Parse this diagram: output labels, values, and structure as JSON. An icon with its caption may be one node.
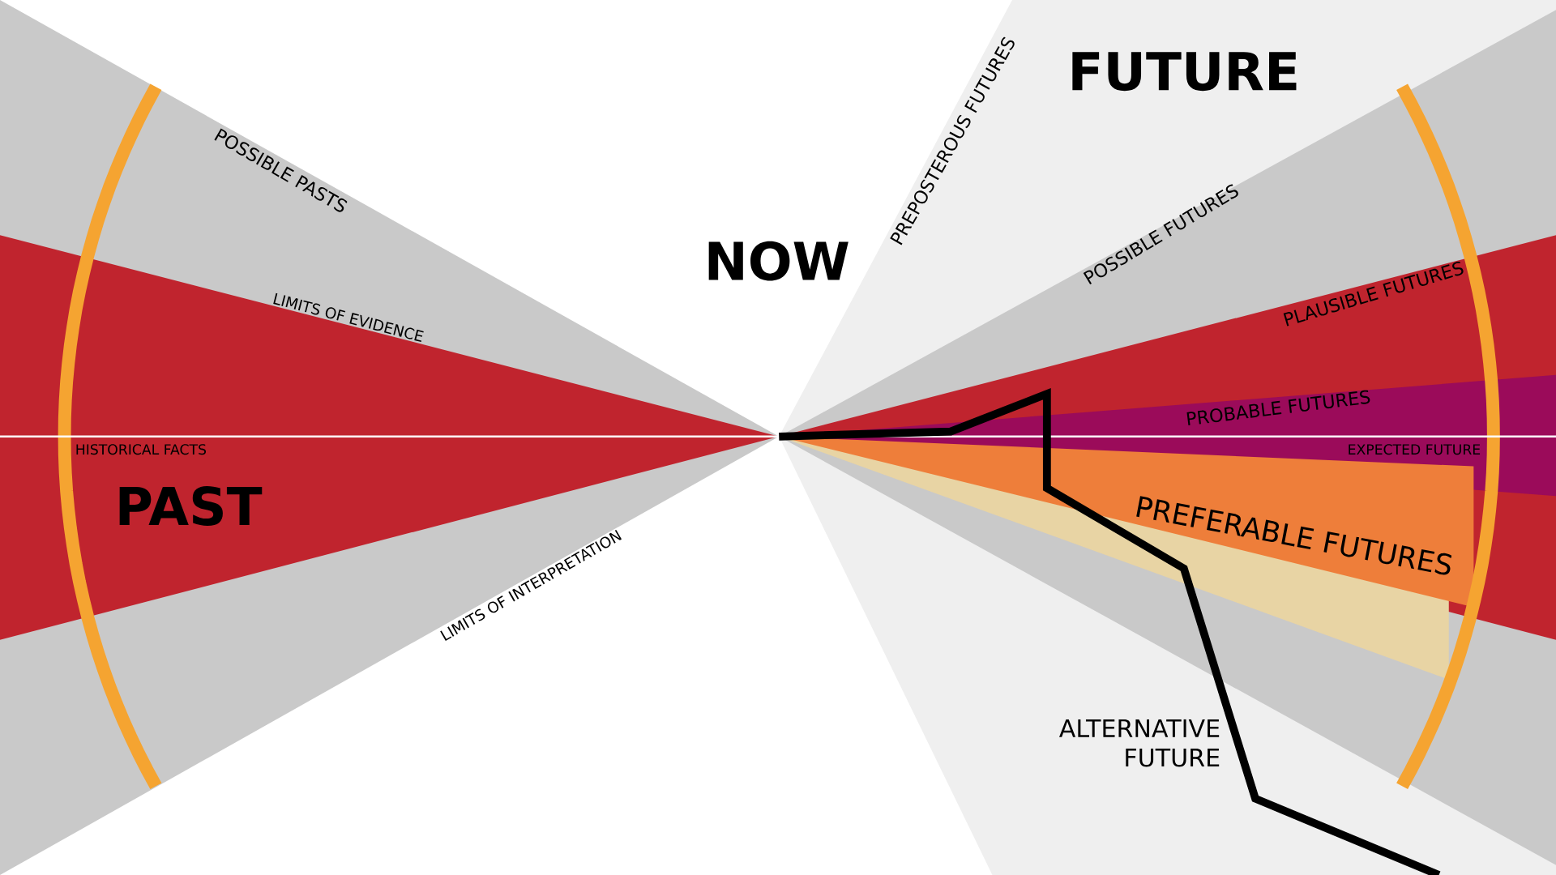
{
  "diagram": {
    "labels": [
      "FUTURE",
      "PREPOSTEROUS FUTURES",
      "POSSIBLE PASTS",
      "NOW",
      "POSSIBLE FUTURES",
      "PLAUSIBLE FUTURES",
      "LIMITS OF EVIDENCE",
      "PROBABLE FUTURES",
      "HISTORICAL FACTS",
      "EXPECTED FUTURE",
      "PAST",
      "PREFERABLE FUTURES",
      "LIMITS OF INTERPRETATION",
      "ALTERNATIVE FUTURE"
    ]
  }
}
